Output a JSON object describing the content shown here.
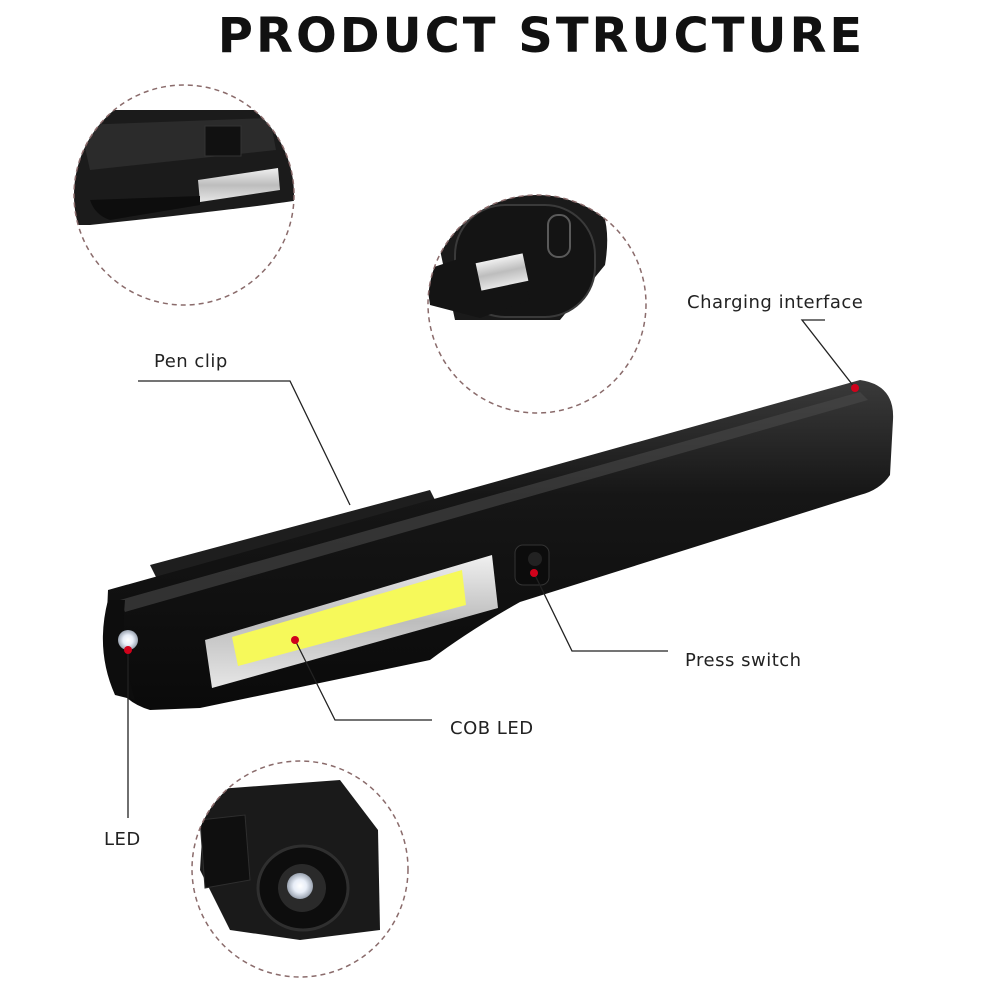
{
  "title": "PRODUCT STRUCTURE",
  "labels": {
    "charging_interface": "Charging interface",
    "pen_clip": "Pen clip",
    "press_switch": "Press switch",
    "cob_led": "COB LED",
    "led": "LED"
  },
  "colors": {
    "body": "#151515",
    "marker": "#d0021b",
    "cob_light": "#f6f95a",
    "callout_border": "#8a6b6b"
  }
}
